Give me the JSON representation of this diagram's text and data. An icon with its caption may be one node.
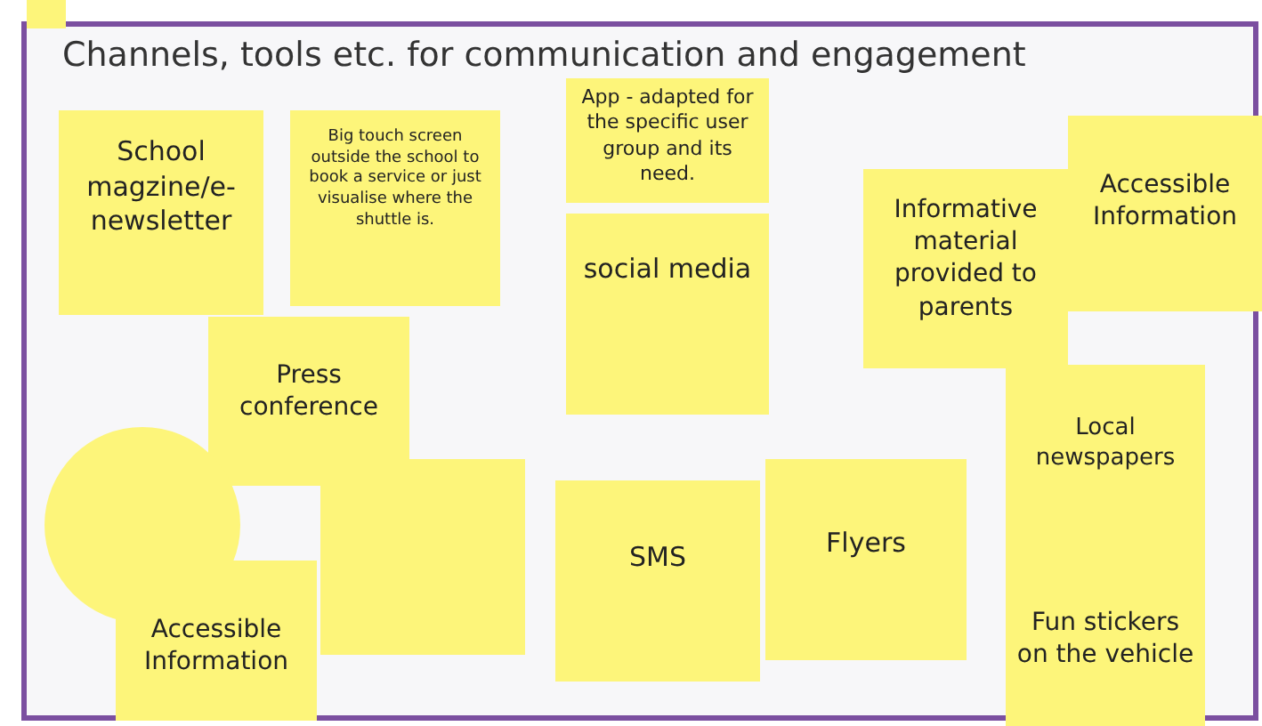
{
  "diagram": {
    "title": "Channels, tools etc. for communication and engagement",
    "nodes": [
      {
        "text": [],
        "shape": "box"
      },
      {
        "text": [
          "School magzine/e-newsletter"
        ]
      },
      {
        "text": [
          "Big touch screen outside the school to book a service or just visualise where the shuttle is."
        ]
      },
      {
        "text": [
          "App - adapted for the specific user group and its need."
        ]
      },
      {
        "text": [
          "social media"
        ]
      },
      {
        "text": [
          "Informative material provided to parents"
        ]
      },
      {
        "text": [
          "Accessible Information"
        ]
      },
      {
        "text": [
          "Press conference"
        ]
      },
      {
        "text": [],
        "shape": "circle"
      },
      {
        "text": [],
        "shape": "box"
      },
      {
        "text": [
          "Accessible Information"
        ]
      },
      {
        "text": [
          "SMS"
        ]
      },
      {
        "text": [
          "Flyers"
        ]
      },
      {
        "text": [
          "Local newspapers"
        ]
      },
      {
        "text": [
          "Fun stickers on the vehicle"
        ]
      }
    ]
  }
}
